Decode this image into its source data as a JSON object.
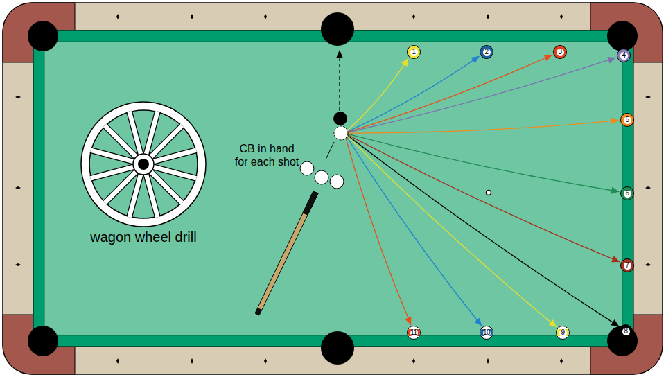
{
  "diagram": {
    "nodes": [
      {
        "text": [
          "1"
        ]
      },
      {
        "text": [
          "2"
        ]
      },
      {
        "text": [
          "3"
        ]
      },
      {
        "text": [
          "4"
        ]
      },
      {
        "text": [
          "5"
        ]
      },
      {
        "text": [
          "6"
        ]
      },
      {
        "text": [
          "7"
        ]
      },
      {
        "text": [
          "8"
        ]
      },
      {
        "text": [
          "9"
        ]
      },
      {
        "text": [
          "10"
        ]
      },
      {
        "text": [
          "11"
        ]
      }
    ],
    "labels": [
      "CB in hand for each shot",
      "wagon wheel drill"
    ]
  }
}
